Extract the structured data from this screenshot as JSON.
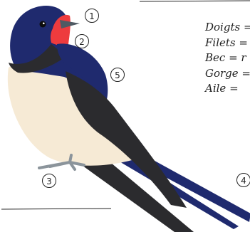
{
  "callouts": [
    {
      "number": "1",
      "part": "beak"
    },
    {
      "number": "2",
      "part": "throat"
    },
    {
      "number": "3",
      "part": "toes"
    },
    {
      "number": "4",
      "part": "tail streamers"
    },
    {
      "number": "5",
      "part": "wing"
    }
  ],
  "legend": [
    {
      "text": "Doigts ="
    },
    {
      "text": "Filets ="
    },
    {
      "text": "Bec = r"
    },
    {
      "text": "Gorge ="
    },
    {
      "text": "Aile ="
    }
  ],
  "colors": {
    "back_blue": "#1f2a6e",
    "wing_black": "#2b2b2e",
    "throat_red": "#ee3b3e",
    "belly_cream": "#f6ead5",
    "beak_grey": "#505a63",
    "feet_grey": "#8b949b"
  }
}
